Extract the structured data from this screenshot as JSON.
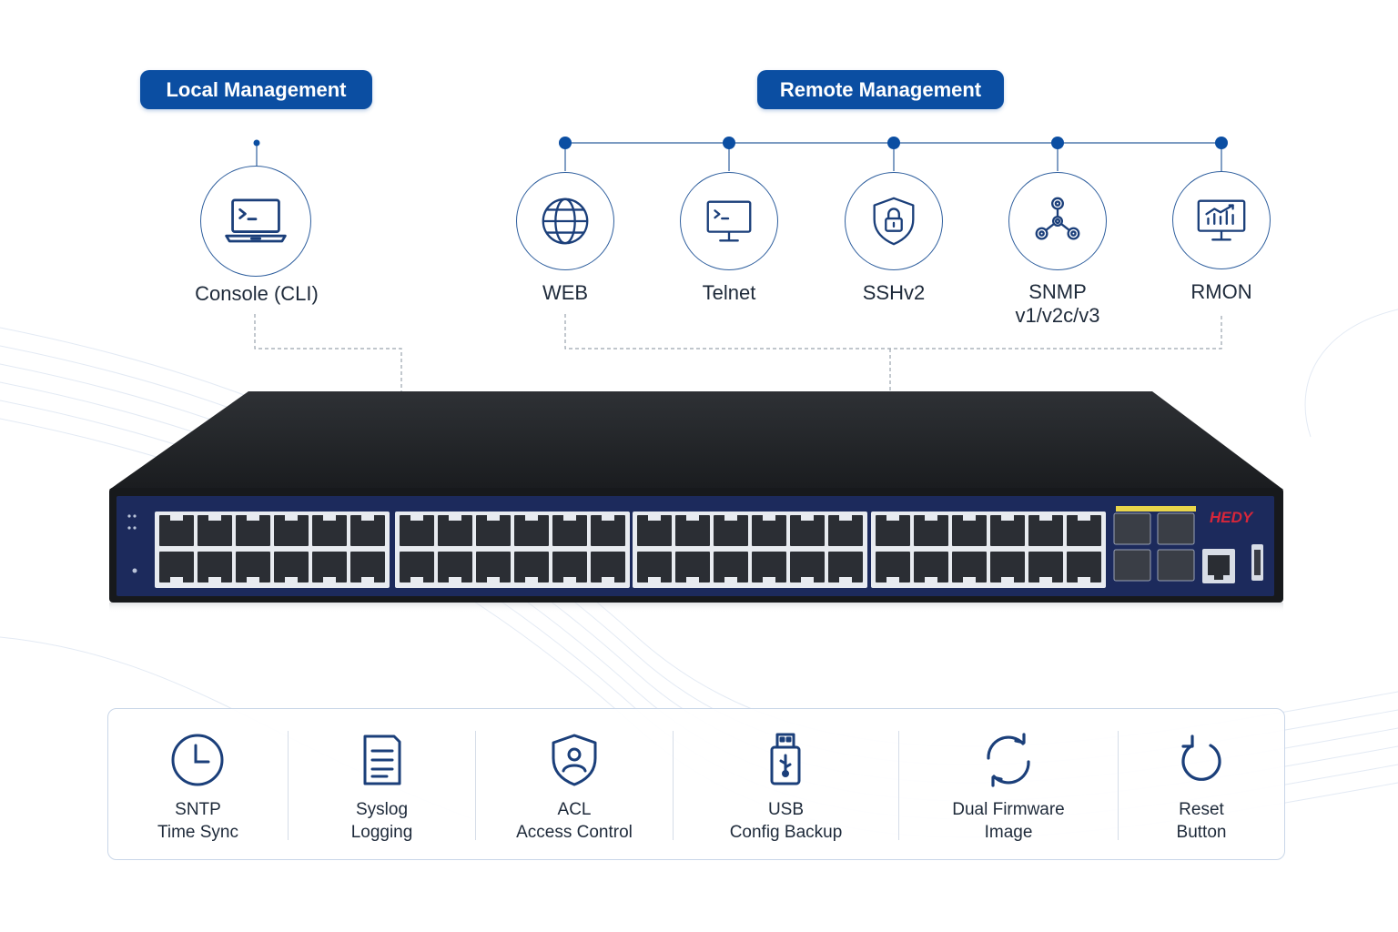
{
  "local_management": {
    "heading": "Local Management",
    "items": [
      {
        "label": "Console (CLI)",
        "icon": "laptop-terminal-icon"
      }
    ]
  },
  "remote_management": {
    "heading": "Remote Management",
    "items": [
      {
        "label": "WEB",
        "icon": "globe-icon"
      },
      {
        "label": "Telnet",
        "icon": "monitor-terminal-icon"
      },
      {
        "label": "SSHv2",
        "icon": "shield-lock-icon"
      },
      {
        "label": "SNMP\nv1/v2c/v3",
        "icon": "network-nodes-icon"
      },
      {
        "label": "RMON",
        "icon": "monitor-chart-icon"
      }
    ]
  },
  "device": {
    "brand": "HEDY"
  },
  "features": [
    {
      "label": "SNTP\nTime Sync",
      "icon": "clock-icon"
    },
    {
      "label": "Syslog\nLogging",
      "icon": "document-icon"
    },
    {
      "label": "ACL\nAccess Control",
      "icon": "shield-user-icon"
    },
    {
      "label": "USB\nConfig Backup",
      "icon": "usb-drive-icon"
    },
    {
      "label": "Dual Firmware\nImage",
      "icon": "sync-arrows-icon"
    },
    {
      "label": "Reset\nButton",
      "icon": "reset-arrow-icon"
    }
  ],
  "colors": {
    "accent": "#0b4ea2",
    "icon_stroke": "#1b3f7a",
    "panel": "#1c2a5c"
  }
}
